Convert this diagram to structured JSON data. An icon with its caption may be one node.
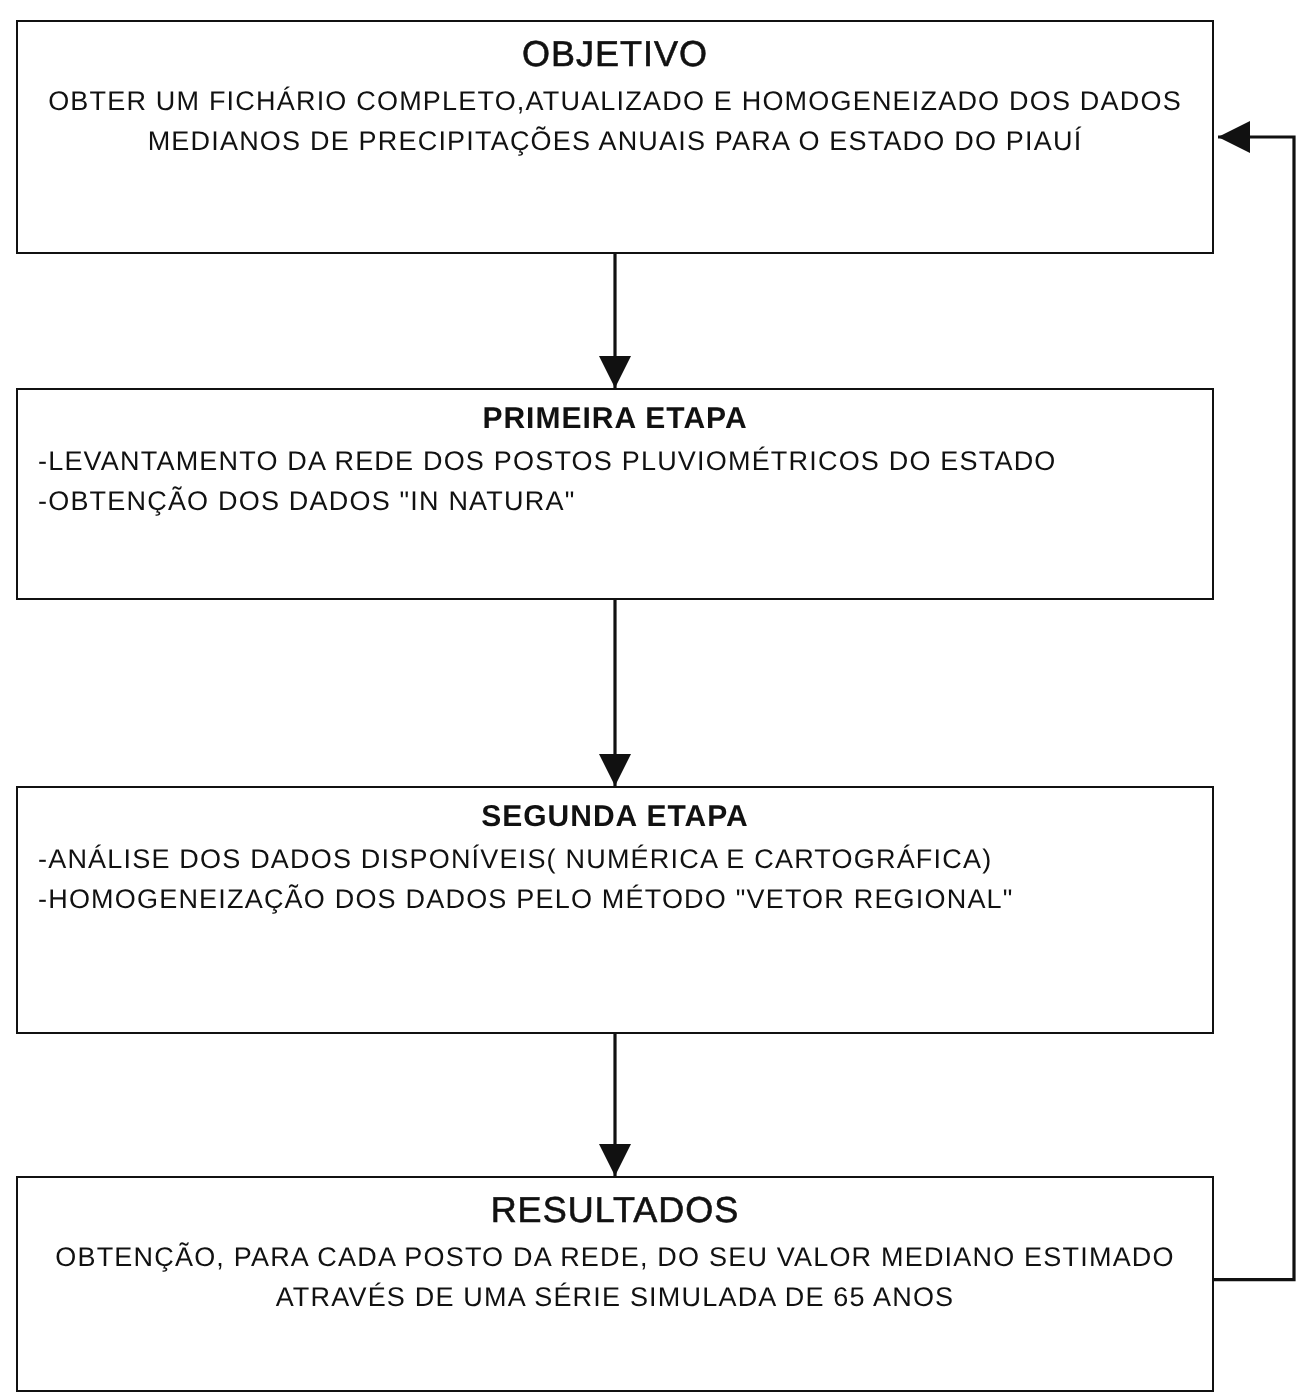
{
  "diagram": {
    "nodes": [
      {
        "text": [
          "OBJETIVO",
          "OBTER UM FICHÁRIO COMPLETO,ATUALIZADO E HOMOGENEIZADO DOS DADOS MEDIANOS DE PRECIPITAÇÕES ANUAIS PARA O ESTADO DO PIAUÍ"
        ]
      },
      {
        "text": [
          "PRIMEIRA ETAPA",
          "-LEVANTAMENTO DA REDE DOS POSTOS PLUVIOMÉTRICOS DO ESTADO",
          "-OBTENÇÃO DOS DADOS \"IN NATURA\""
        ]
      },
      {
        "text": [
          "SEGUNDA ETAPA",
          "-ANÁLISE DOS DADOS DISPONÍVEIS( NUMÉRICA E CARTOGRÁFICA)",
          "-HOMOGENEIZAÇÃO DOS DADOS PELO MÉTODO \"VETOR REGIONAL\""
        ]
      },
      {
        "text": [
          "RESULTADOS",
          "OBTENÇÃO, PARA CADA POSTO DA REDE, DO SEU VALOR MEDIANO ESTIMADO ATRAVÉS DE UMA SÉRIE SIMULADA DE 65 ANOS"
        ]
      }
    ],
    "edges": [
      {
        "from": 0,
        "to": 1,
        "arrow": "to"
      },
      {
        "from": 1,
        "to": 2,
        "arrow": "to"
      },
      {
        "from": 2,
        "to": 3,
        "arrow": "to"
      },
      {
        "from": 3,
        "to": 0,
        "arrow": "to"
      }
    ]
  }
}
